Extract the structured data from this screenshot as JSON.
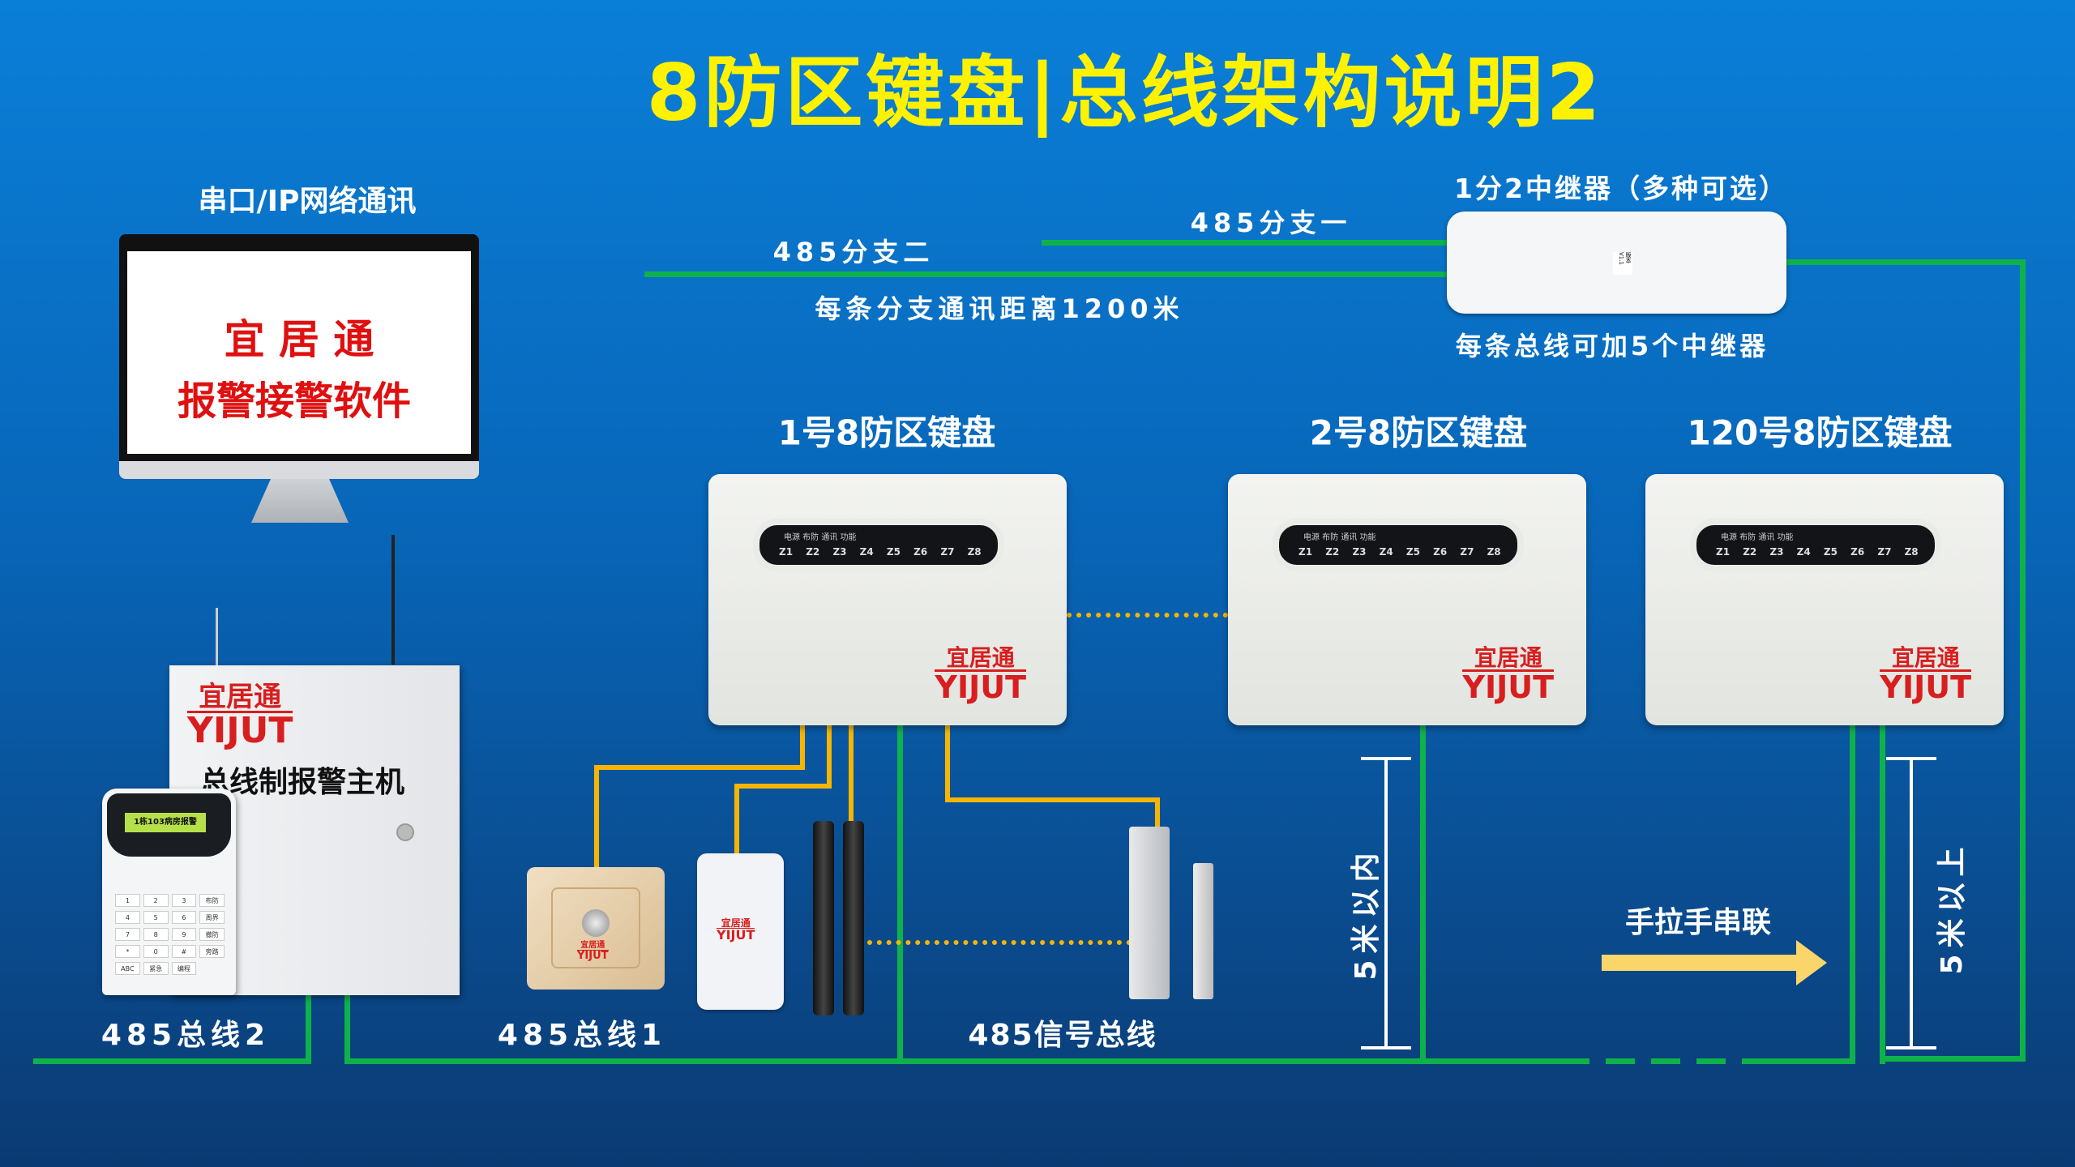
{
  "title": "8防区键盘|总线架构说明2",
  "monitor": {
    "label": "串口/IP网络通讯",
    "screen_line1": "宜 居 通",
    "screen_line2": "报警接警软件"
  },
  "branches": {
    "branch2": "485分支二",
    "branch1": "485分支一",
    "distance": "每条分支通讯距离1200米"
  },
  "repeater": {
    "title": "1分2中继器（多种可选）",
    "note": "每条总线可加5个中继器",
    "tag": "版本 V1.1"
  },
  "keyboards": [
    {
      "label": "1号8防区键盘"
    },
    {
      "label": "2号8防区键盘"
    },
    {
      "label": "120号8防区键盘"
    }
  ],
  "keyboard_panel": {
    "leds": "电源 布防 通讯 功能",
    "zones": "Z1 Z2 Z3 Z4 Z5 Z6 Z7 Z8"
  },
  "brand": {
    "cn": "宜居通",
    "en": "YIJUT"
  },
  "host": {
    "label": "总线制报警主机",
    "lcd": "1栋103病房报警",
    "keys": [
      "1",
      "2",
      "3",
      "布防",
      "4",
      "5",
      "6",
      "周界",
      "7",
      "8",
      "9",
      "撤防",
      "*",
      "0",
      "#",
      "旁路",
      "ABC",
      "紧急",
      "编程"
    ]
  },
  "bus_labels": {
    "bus2": "485总线2",
    "bus1": "485总线1",
    "signal": "485信号总线"
  },
  "distances": {
    "within": "5米以内",
    "above": "5米以上"
  },
  "daisy": "手拉手串联",
  "colors": {
    "title": "#fff200",
    "bus": "#0fb24a",
    "signal": "#f7b500",
    "brand": "#d81e1e"
  }
}
